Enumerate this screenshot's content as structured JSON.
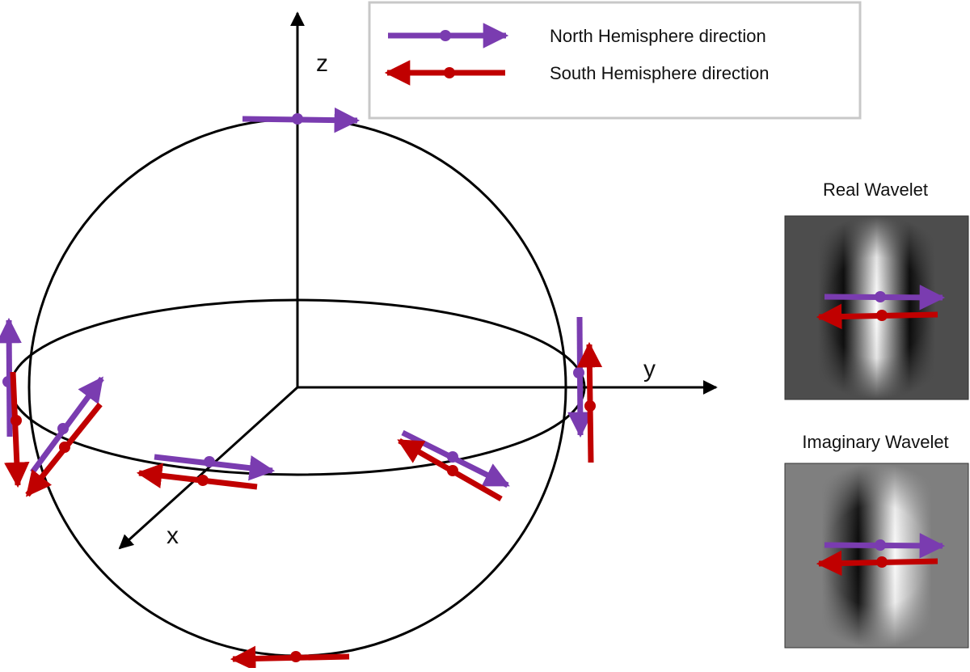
{
  "colors": {
    "north": "#7a3cb0",
    "south": "#c00000",
    "stroke": "#000000",
    "legend_border": "#c8c8c8"
  },
  "legend": {
    "north_label": "North Hemisphere direction",
    "south_label": "South Hemisphere direction"
  },
  "axes": {
    "z": "z",
    "y": "y",
    "x": "x"
  },
  "wavelets": {
    "real_title": "Real Wavelet",
    "imaginary_title": "Imaginary Wavelet"
  }
}
